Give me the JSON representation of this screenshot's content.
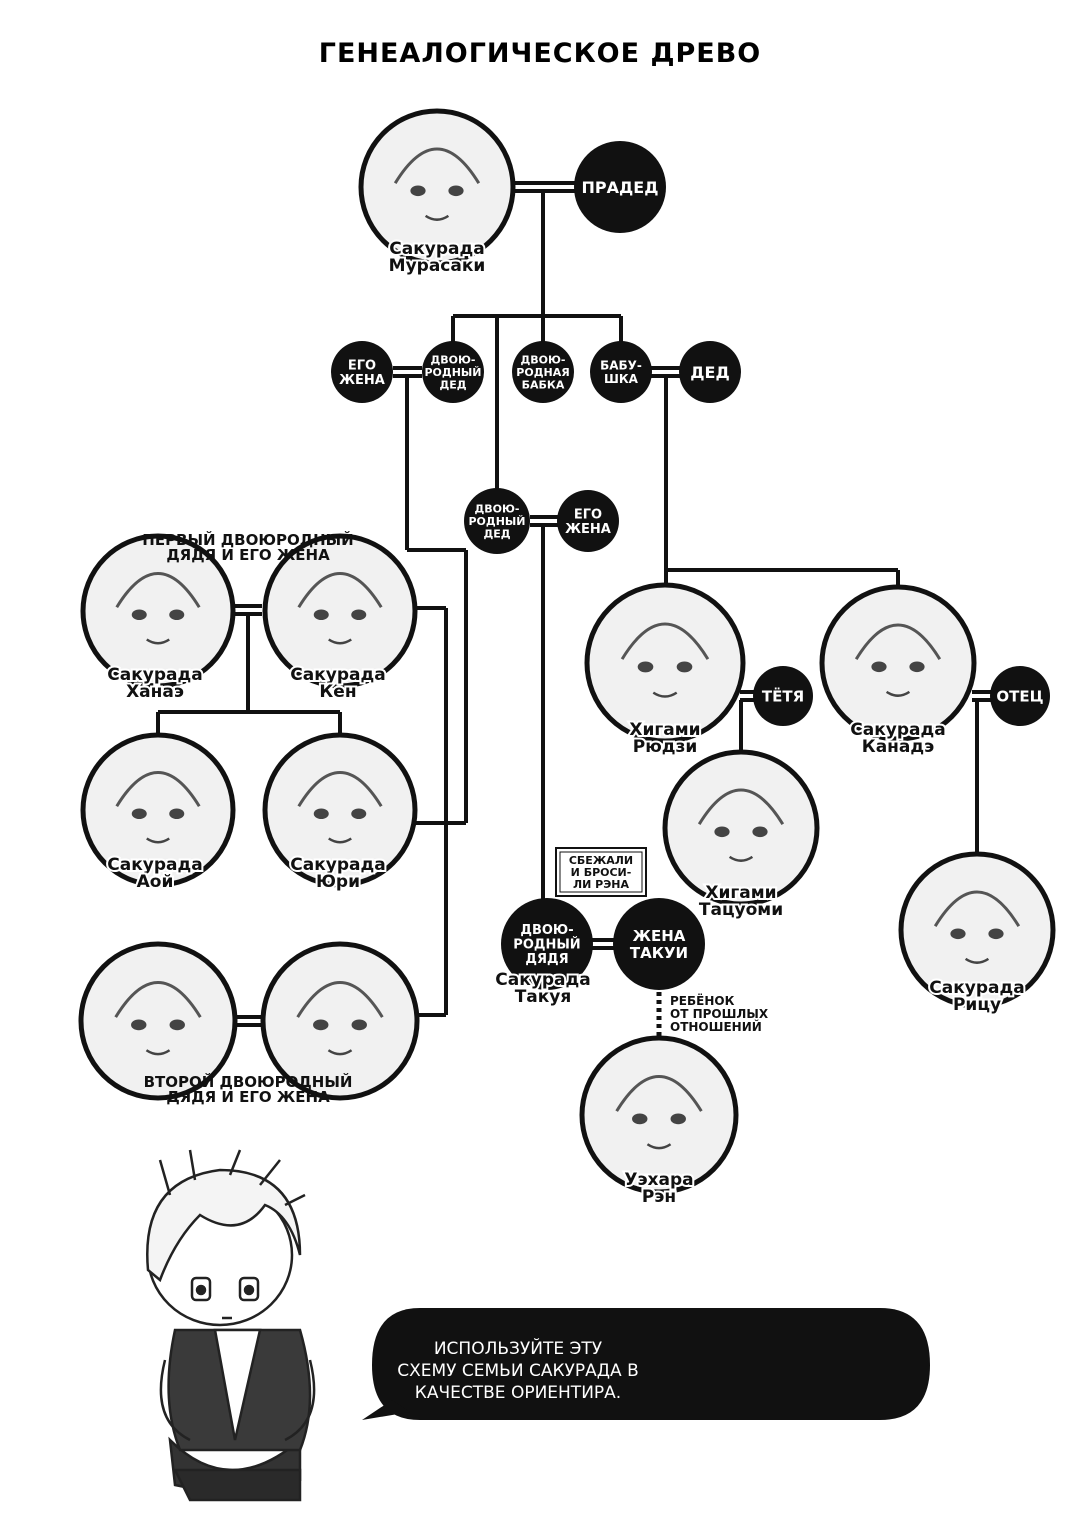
{
  "title": "ГЕНЕАЛОГИЧЕСКОЕ ДРЕВО",
  "colors": {
    "ink": "#111111",
    "paper": "#ffffff",
    "portrait": "#f1f1f1"
  },
  "badges": {
    "pradet": [
      "ПРАДЕД"
    ],
    "ego_zhena_1": [
      "ЕГО",
      "ЖЕНА"
    ],
    "dv_ded_1": [
      "ДВОЮ-",
      "РОДНЫЙ",
      "ДЕД"
    ],
    "dv_babka": [
      "ДВОЮ-",
      "РОДНАЯ",
      "БАБКА"
    ],
    "babushka": [
      "БАБУ-",
      "ШКА"
    ],
    "ded": [
      "ДЕД"
    ],
    "dv_ded_2": [
      "ДВОЮ-",
      "РОДНЫЙ",
      "ДЕД"
    ],
    "ego_zhena_2": [
      "ЕГО",
      "ЖЕНА"
    ],
    "tetya": [
      "ТЁТЯ"
    ],
    "otec": [
      "ОТЕЦ"
    ],
    "dv_dyadya": [
      "ДВОЮ-",
      "РОДНЫЙ",
      "ДЯДЯ"
    ],
    "zhena_takui": [
      "ЖЕНА",
      "ТАКУИ"
    ]
  },
  "names": {
    "murasaki": [
      "Сакурада",
      "Мурасаки"
    ],
    "hanae": [
      "Сакурада",
      "Ханаэ"
    ],
    "ken": [
      "Сакурада",
      "Кен"
    ],
    "aoi": [
      "Сакурада",
      "Аой"
    ],
    "yuri": [
      "Сакурада",
      "Юри"
    ],
    "ryuji": [
      "Хигами",
      "Рюдзи"
    ],
    "kanade": [
      "Сакурада",
      "Канадэ"
    ],
    "tatsuomi": [
      "Хигами",
      "Тацуоми"
    ],
    "takuya": [
      "Сакурада",
      "Такуя"
    ],
    "ritsu": [
      "Сакурада",
      "Рицу"
    ],
    "ren": [
      "Уэхара",
      "Рэн"
    ]
  },
  "captions": {
    "first_uncle": [
      "ПЕРВЫЙ ДВОЮРОДНЫЙ",
      "ДЯДЯ И ЕГО ЖЕНА"
    ],
    "second_uncle": [
      "ВТОРОЙ ДВОЮРОДНЫЙ",
      "ДЯДЯ И ЕГО ЖЕНА"
    ]
  },
  "notes": {
    "ran_away": [
      "СБЕЖАЛИ",
      "И БРОСИ-",
      "ЛИ РЭНА"
    ],
    "child": [
      "РЕБЁНОК",
      "ОТ ПРОШЛЫХ",
      "ОТНОШЕНИЙ"
    ]
  },
  "bubble": [
    "ИСПОЛЬЗУЙТЕ ЭТУ",
    "СХЕМУ СЕМЬИ САКУРАДА В",
    "КАЧЕСТВЕ ОРИЕНТИРА."
  ]
}
